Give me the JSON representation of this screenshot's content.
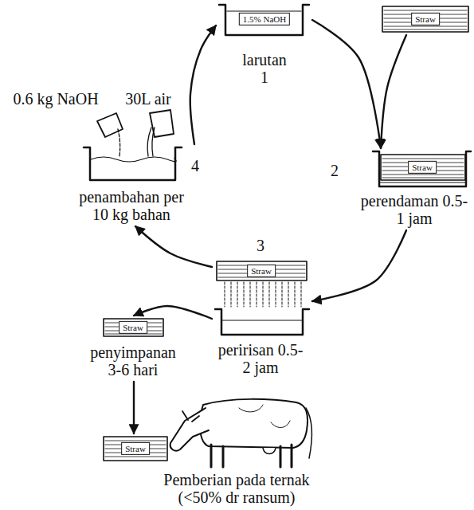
{
  "diagram": {
    "nodes": [
      {
        "text": [
          "1.5% NaOH",
          "larutan 1"
        ]
      },
      {
        "text": [
          "Straw"
        ]
      },
      {
        "text": [
          "Straw",
          "2",
          "perendaman 0.5-1 jam"
        ]
      },
      {
        "text": [
          "3",
          "Straw",
          "peririsan 0.5-2 jam"
        ]
      },
      {
        "text": [
          "4",
          "penambahan per 10 kg bahan"
        ]
      },
      {
        "text": [
          "Straw",
          "penyimpanan 3-6 hari"
        ]
      },
      {
        "text": [
          "Straw",
          "Pemberian pada ternak (<50% dr ransum)"
        ]
      }
    ],
    "edges": [
      {
        "from": 0,
        "to": 2,
        "arrow": "to"
      },
      {
        "from": 1,
        "to": 2,
        "arrow": "to"
      },
      {
        "from": 2,
        "to": 3,
        "arrow": "to"
      },
      {
        "from": 3,
        "to": 4,
        "arrow": "to"
      },
      {
        "from": 4,
        "to": 0,
        "arrow": "to"
      },
      {
        "from": 3,
        "to": 5,
        "arrow": "to"
      },
      {
        "from": 5,
        "to": 6,
        "arrow": "to"
      }
    ],
    "labels": [
      "0.6 kg NaOH",
      "30L air"
    ]
  }
}
